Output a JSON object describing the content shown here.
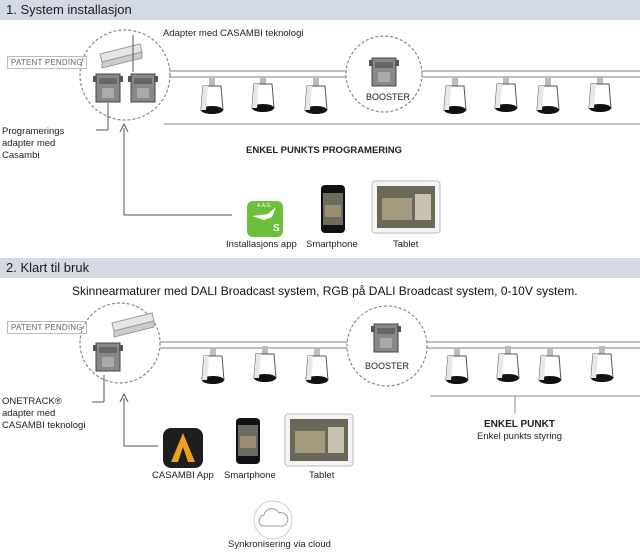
{
  "section1": {
    "header": "1. System installasjon",
    "patent": "PATENT PENDING",
    "adapter_label": "Adapter med CASAMBI teknologi",
    "programming_adapter": "Programerings adapter med Casambi",
    "booster": "BOOSTER",
    "single_point": "ENKEL PUNKTS PROGRAMERING",
    "apps": [
      "Installasjons app",
      "Smartphone",
      "Tablet"
    ],
    "app_icon_text": "S",
    "app_icon_top": "A.A.G."
  },
  "section2": {
    "header": "2. Klart til bruk",
    "subtitle": "Skinnearmaturer med DALI Broadcast system, RGB på DALI Broadcast system, 0-10V system.",
    "patent": "PATENT PENDING",
    "booster": "BOOSTER",
    "onetrack": "ONETRACK® adapter med CASAMBI teknologi",
    "single_point": "ENKEL PUNKT",
    "single_point_sub": "Enkel punkts styring",
    "apps": [
      "CASAMBI App",
      "Smartphone",
      "Tablet"
    ],
    "cloud": "Synkronisering via cloud"
  },
  "colors": {
    "band": "#d4d9e6",
    "green": "#6bbf3a",
    "orange": "#f0a020"
  }
}
